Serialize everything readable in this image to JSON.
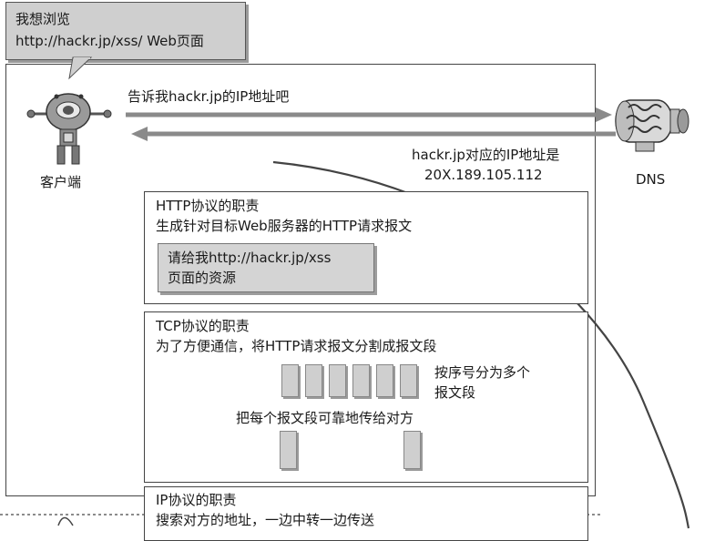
{
  "bubble": {
    "line1": "我想浏览",
    "line2": "http://hackr.jp/xss/ Web页面"
  },
  "client": {
    "label": "客户端"
  },
  "dns": {
    "label": "DNS"
  },
  "request": {
    "label": "告诉我hackr.jp的IP地址吧"
  },
  "response": {
    "line1": "hackr.jp对应的IP地址是",
    "line2": "20X.189.105.112"
  },
  "http_box": {
    "title": "HTTP协议的职责",
    "desc": "生成针对目标Web服务器的HTTP请求报文",
    "message_line1": "请给我http://hackr.jp/xss",
    "message_line2": "页面的资源"
  },
  "tcp_box": {
    "title": "TCP协议的职责",
    "desc": "为了方便通信，将HTTP请求报文分割成报文段",
    "split_line1": "按序号分为多个",
    "split_line2": "报文段",
    "transfer": "把每个报文段可靠地传给对方"
  },
  "ip_box": {
    "title": "IP协议的职责",
    "desc": "搜索对方的地址，一边中转一边传送"
  }
}
